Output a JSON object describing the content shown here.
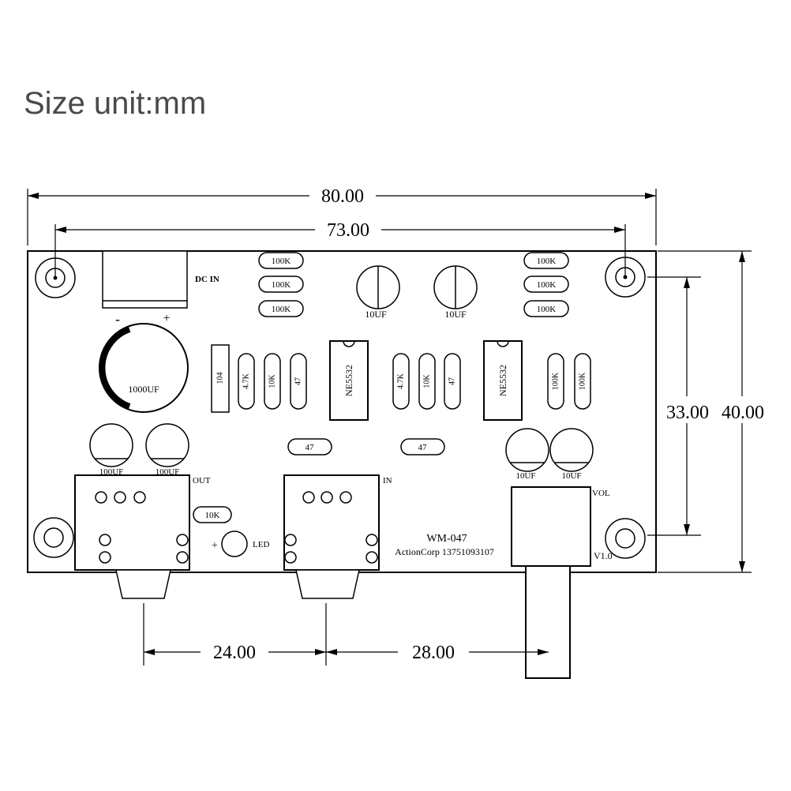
{
  "title": "Size unit:mm",
  "dimensions": {
    "board_width": "80.00",
    "hole_span": "73.00",
    "hole_height": "33.00",
    "board_height": "40.00",
    "jack_spacing": "24.00",
    "jack_to_pot": "28.00"
  },
  "board": {
    "dc_in": "DC IN",
    "polarity_minus": "-",
    "polarity_plus": "+",
    "cap_1000uf": "1000UF",
    "cap_100uf": "100UF",
    "res_100k": "100K",
    "cap_10uf": "10UF",
    "cap_104": "104",
    "res_4_7k": "4.7K",
    "res_10k": "10K",
    "res_47": "47",
    "ic_ne5532": "NE5532",
    "jack_out": "OUT",
    "jack_in": "IN",
    "pot_vol": "VOL",
    "led": "LED",
    "led_plus": "+",
    "model": "WM-047",
    "maker": "ActionCorp 13751093107",
    "version": "V1.0"
  }
}
